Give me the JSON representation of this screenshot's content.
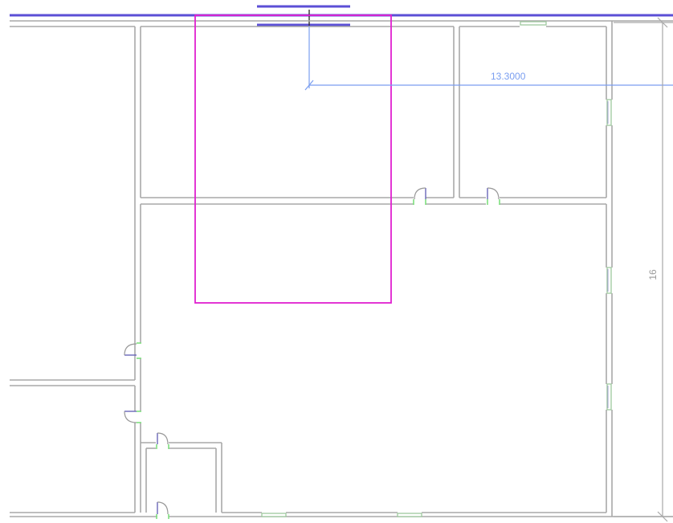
{
  "view": {
    "type": "floor-plan",
    "background": "#ffffff"
  },
  "dimensions": {
    "horizontal": {
      "label": "13.3000",
      "color": "#7a9ef0"
    },
    "vertical": {
      "label": "16",
      "color": "#999999"
    }
  },
  "colors": {
    "walls": "#a8a8a8",
    "grid_line": "#5b4fd6",
    "section_box": "#e020d0",
    "dimension": "#7a9ef0",
    "door_jamb": "#7fe07f",
    "window": "#9ec89e"
  },
  "elements": {
    "doors_count": 6,
    "windows_count": 6,
    "rooms_count": 6
  }
}
